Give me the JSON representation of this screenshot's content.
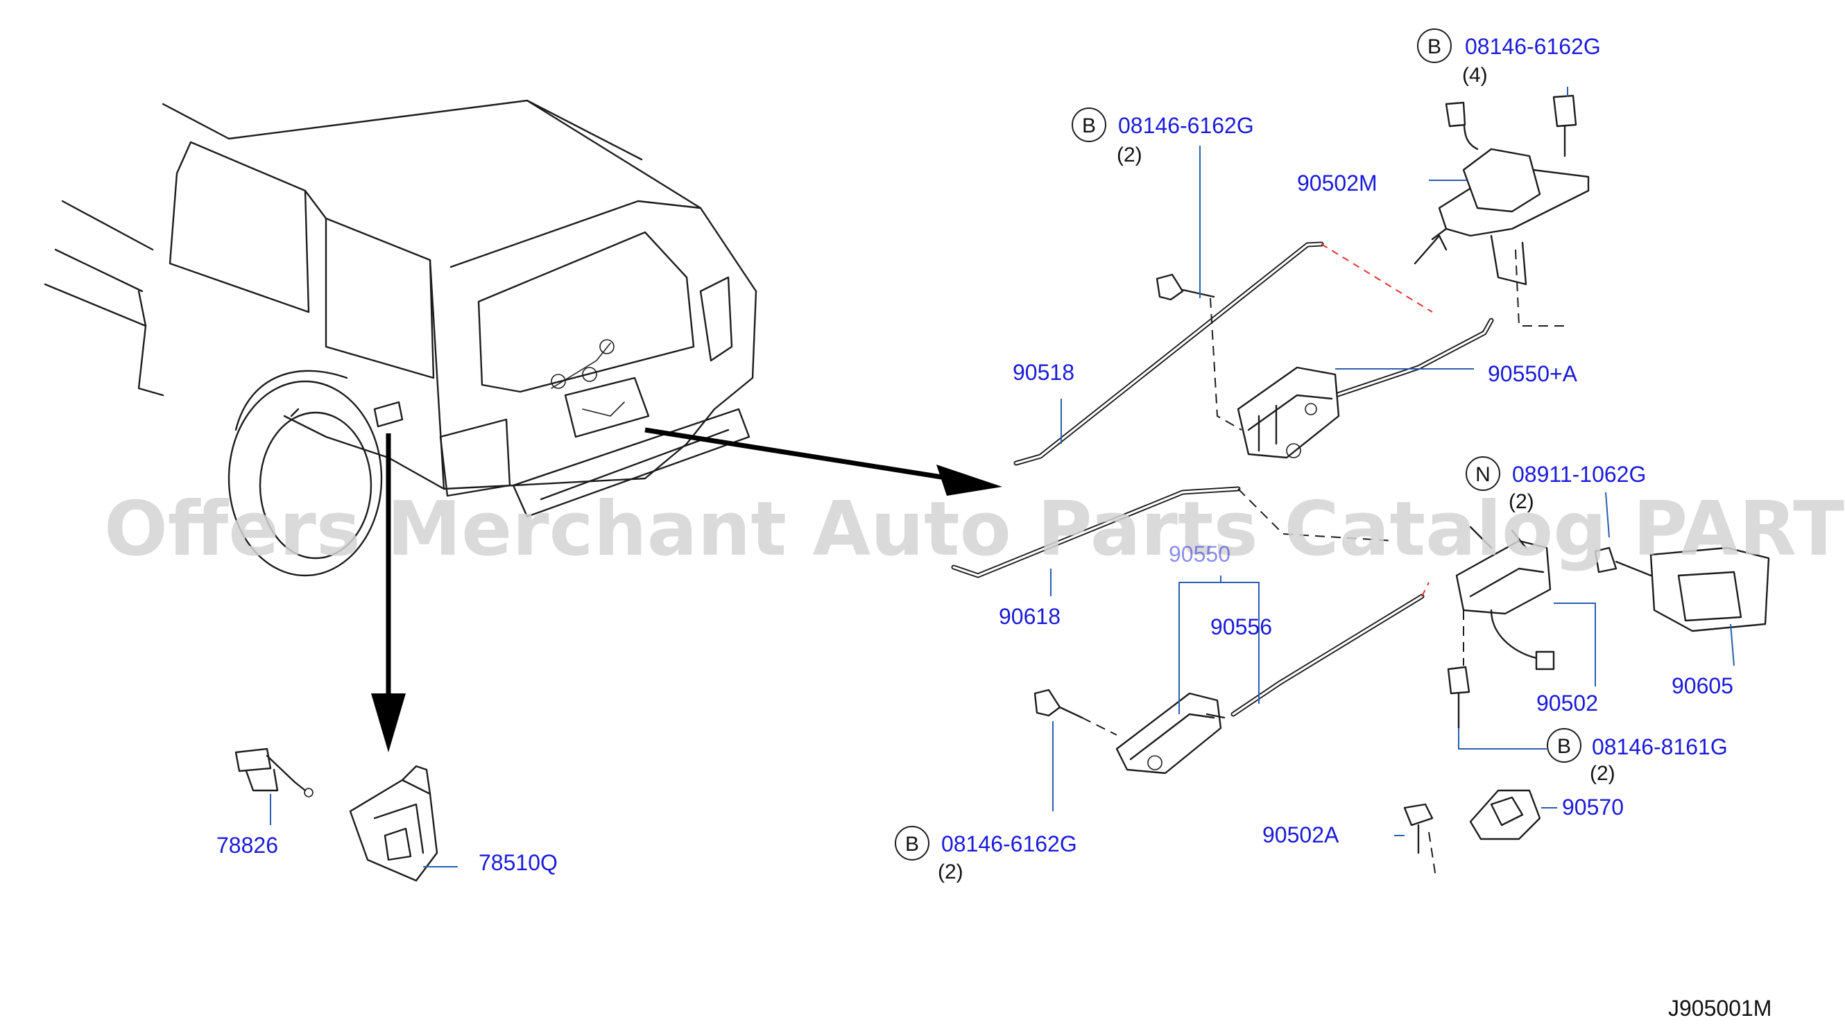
{
  "labels": {
    "p90518": "90518",
    "p90550a": "90550+A",
    "p90502m": "90502M",
    "p90618": "90618",
    "p90556": "90556",
    "p90502": "90502",
    "p90605": "90605",
    "p90570": "90570",
    "p90502a": "90502A",
    "p78826": "78826",
    "p78510q": "78510Q",
    "bolt_top_right": "08146-6162G",
    "bolt_top_mid": "08146-6162G",
    "bolt_bottom_left": "08146-6162G",
    "bolt_mid_right": "08146-8161G",
    "nut": "08911-1062G",
    "obscured": "90550"
  },
  "quantities": {
    "q4": "(4)",
    "q2a": "(2)",
    "q2b": "(2)",
    "q2c": "(2)",
    "q2d": "(2)"
  },
  "circle_letters": {
    "b": "B",
    "n": "N"
  },
  "diagram_code": "J905001M",
  "watermark": "Offers Merchant Auto Parts Catalog PARTSTORE.SA",
  "colors": {
    "part_label": "#1a1adb",
    "leader": "#2a5db0",
    "drawing": "#1c1c1c",
    "watermark": "#d4d4d4",
    "dashed_red": "#e03030"
  }
}
